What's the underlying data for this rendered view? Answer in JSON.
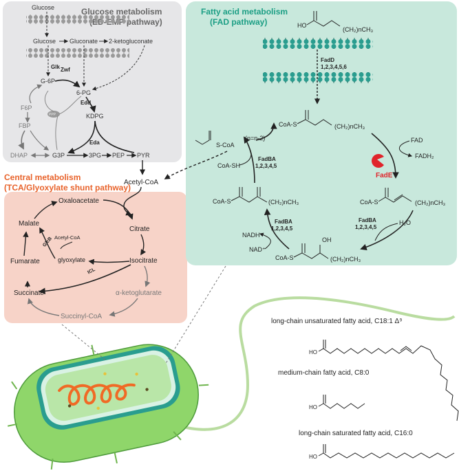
{
  "glucose_panel": {
    "title1": "Glucose metabolism",
    "title2": "(ED-EMP pathway)",
    "glucose_ext": "Glucose",
    "glucose": "Glucose",
    "gluconate": "Gluconate",
    "ketogluconate": "2-ketogluconate",
    "glk": "Glk",
    "g6p": "G-6P",
    "zwf": "Zwf",
    "pg6": "6-PG",
    "edd": "Edd",
    "f6p": "F6P",
    "ppp": "PPP",
    "kdpg": "KDPG",
    "fbp": "FBP",
    "eda": "Eda",
    "dhap": "DHAP",
    "g3p": "G3P",
    "pg3": "3PG",
    "pep": "PEP",
    "pyr": "PYR"
  },
  "central_panel": {
    "title1": "Central metabolism",
    "title2": "(TCA/Glyoxylate shunt pathway)",
    "acetyl_coa_top": "Acetyl-CoA",
    "oxaloacetate": "Oxaloacetate",
    "citrate": "Citrate",
    "malate": "Malate",
    "acetyl_coa_inner": "Acetyl-CoA",
    "glcb": "GlcB",
    "glyoxylate": "glyoxylate",
    "isocitrate": "Isocitrate",
    "icl": "ICL",
    "fumarate": "Fumarate",
    "succinate": "Succinate",
    "akg": "α-ketoglutarate",
    "succinyl_coa": "Succinyl-CoA"
  },
  "fad_panel": {
    "title1": "Fatty acid metabolism",
    "title2": "(FAD pathway)",
    "fa_chain": "(CH₂)nCH₃",
    "ho": "HO",
    "fadd": "FadD",
    "fadd_iso": "1,2,3,4,5,6",
    "acyl_coa": "CoA-S",
    "acyl_chain": "(CH₂)nCH₃",
    "fad": "FAD",
    "fadh2": "FADH₂",
    "fade": "FadE",
    "enoyl_coa": "CoA-S",
    "enoyl_chain": "(CH₂)nCH₃",
    "fadba_right": "FadBA",
    "fadba_right_iso": "1,2,3,4,5",
    "h2o": "H₂O",
    "hydroxy_coa": "CoA-S",
    "oh": "OH",
    "hydroxy_chain": "(CH₂)nCH₃",
    "nadh": "NADH",
    "nad": "NAD⁺",
    "fadba_mid": "FadBA",
    "fadba_mid_iso": "1,2,3,4,5",
    "keto_coa": "CoA-S",
    "keto_chain": "(CH₂)nCH₃",
    "fadba_left": "FadBA",
    "fadba_left_iso": "1,2,3,4,5",
    "coa_sh": "CoA-SH",
    "n_minus_2": "(n=n-2)",
    "acetyl_s_coa": "S-CoA"
  },
  "fatty_acids": {
    "c18_label": "long-chain unsaturated fatty acid, C18:1 Δ⁹",
    "c8_label": "medium-chain fatty acid, C8:0",
    "c16_label": "long-chain saturated fatty acid, C16:0",
    "ho1": "HO",
    "ho2": "HO",
    "ho3": "HO"
  },
  "colors": {
    "glucose_panel_bg": "#e6e6e8",
    "central_panel_bg": "#f7d3c8",
    "fad_panel_bg": "#c8e8dc",
    "teal_title": "#1b9e84",
    "orange_title": "#e8622a",
    "fade_red": "#e0242b",
    "membrane_teal": "#2a9d8f",
    "cell_green": "#8fd66a"
  }
}
